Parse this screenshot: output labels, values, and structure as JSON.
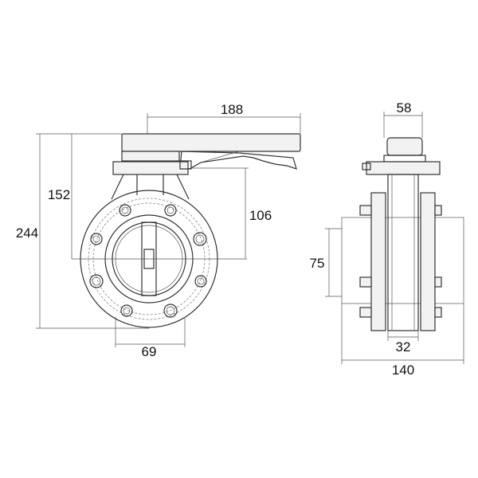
{
  "dimensions": {
    "handle_length": "188",
    "height_to_handle": "152",
    "total_height": "244",
    "center_to_top_flange": "106",
    "bolt_spacing": "69",
    "top_width": "58",
    "side_offset": "75",
    "body_width": "32",
    "total_width": "140"
  }
}
